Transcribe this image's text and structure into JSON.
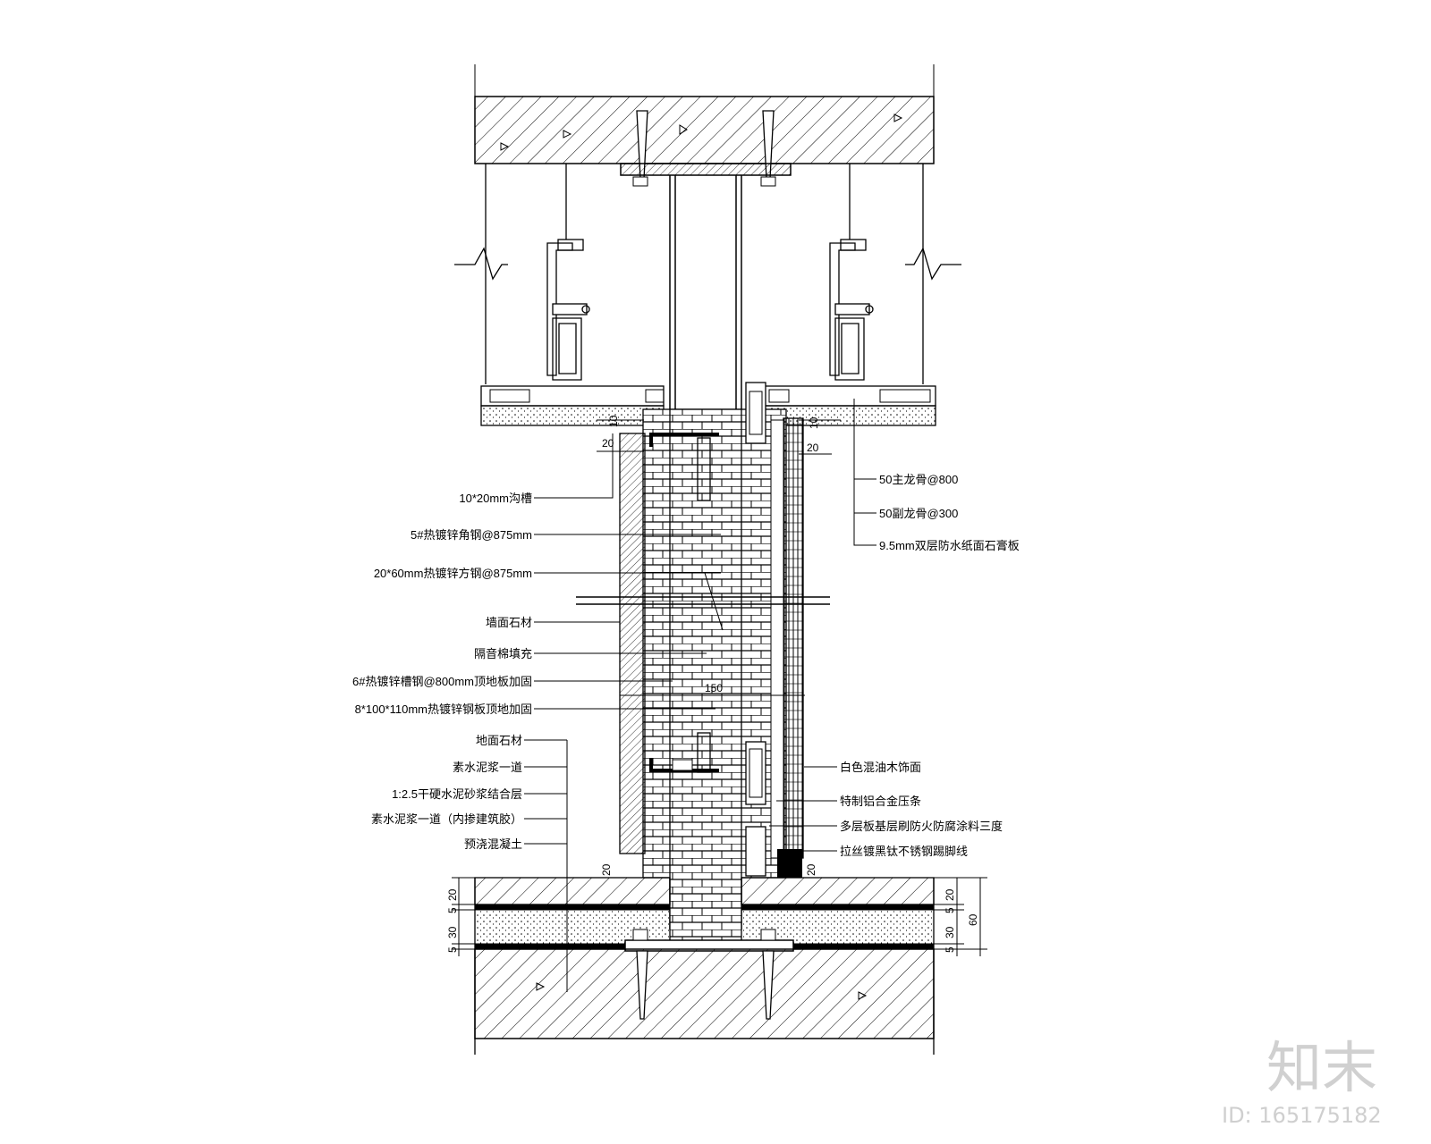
{
  "left_labels": [
    "10*20mm沟槽",
    "5#热镀锌角钢@875mm",
    "20*60mm热镀锌方钢@875mm",
    "墙面石材",
    "隔音棉填充",
    "6#热镀锌槽钢@800mm顶地板加固",
    "8*100*110mm热镀锌钢板顶地加固",
    "地面石材",
    "素水泥浆一道",
    "1:2.5干硬水泥砂浆结合层",
    "素水泥浆一道（内掺建筑胶）",
    "预浇混凝土"
  ],
  "right_labels": {
    "ceiling": [
      "50主龙骨@800",
      "50副龙骨@300",
      "9.5mm双层防水纸面石膏板"
    ],
    "wall": [
      "白色混油木饰面",
      "特制铝合金压条",
      "多层板基层刷防火防腐涂料三度",
      "拉丝镀黑钛不锈钢踢脚线"
    ]
  },
  "dimensions": {
    "top_left": [
      "10",
      "20"
    ],
    "top_right": [
      "10",
      "20"
    ],
    "center": "150",
    "bottom_left": "20",
    "bottom_right": "20",
    "floor_left": [
      "20",
      "5",
      "30",
      "5"
    ],
    "floor_right": [
      "20",
      "5",
      "30",
      "5"
    ],
    "floor_total": "60"
  },
  "watermark": {
    "logo": "知末",
    "id": "ID: 165175182"
  }
}
